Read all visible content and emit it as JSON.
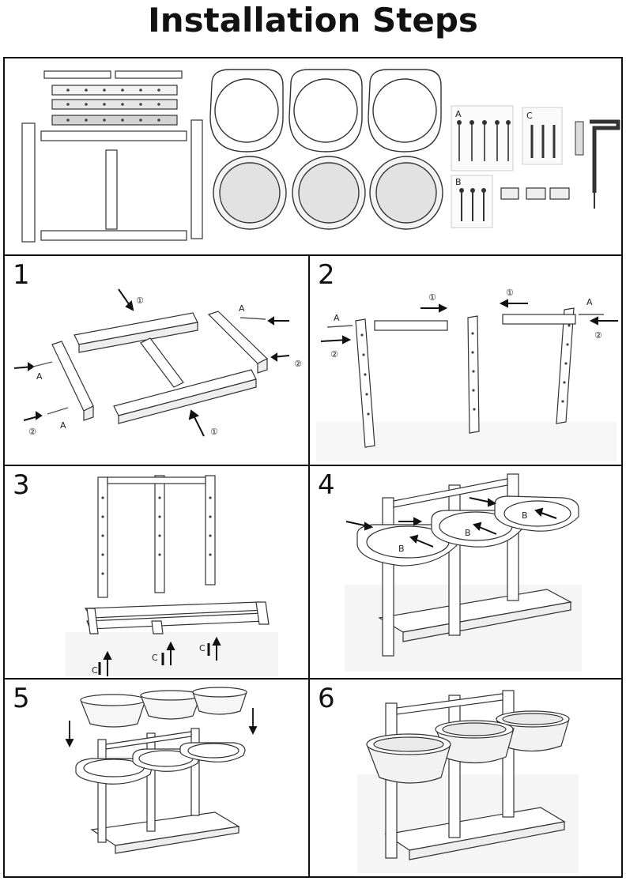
{
  "title": "Installation Steps",
  "parts": {
    "screw_labels": [
      "A",
      "B",
      "C"
    ]
  },
  "steps": [
    {
      "number": "1",
      "callouts": [
        "①",
        "①",
        "②",
        "②"
      ],
      "screw_labels": [
        "A",
        "A",
        "A"
      ]
    },
    {
      "number": "2",
      "callouts": [
        "①",
        "①",
        "②",
        "②"
      ],
      "screw_labels": [
        "A",
        "A"
      ]
    },
    {
      "number": "3",
      "screw_labels": [
        "C",
        "C",
        "C"
      ]
    },
    {
      "number": "4",
      "screw_labels": [
        "B",
        "B",
        "B"
      ]
    },
    {
      "number": "5"
    },
    {
      "number": "6"
    }
  ]
}
